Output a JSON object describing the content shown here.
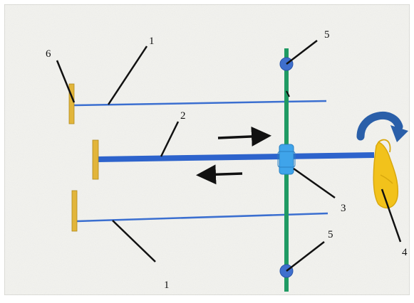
{
  "diagram": {
    "labels": {
      "upper_rod": "1",
      "lower_rod": "1",
      "center_rod": "2",
      "sleeve": "3",
      "hand": "4",
      "pivot_top": "5",
      "pivot_bottom": "5",
      "stop_plate": "6"
    },
    "colors": {
      "paper": "#f3f3ef",
      "frame": "#d7d7d2",
      "rod": "#3b6fd0",
      "rod_thick": "#2d63cc",
      "green_axis": "#1f9a63",
      "pivot": "#3f6fcd",
      "sleeve": "#3fa4ea",
      "end_plate": "#e2b53a",
      "hand": "#f2c21b",
      "rotation_arrow": "#2a5fa9",
      "leader": "#111111",
      "arrow": "#111111"
    },
    "icons": [
      "rotation-arrow-icon",
      "hand-icon",
      "direction-arrow-right-icon",
      "direction-arrow-left-icon"
    ]
  }
}
